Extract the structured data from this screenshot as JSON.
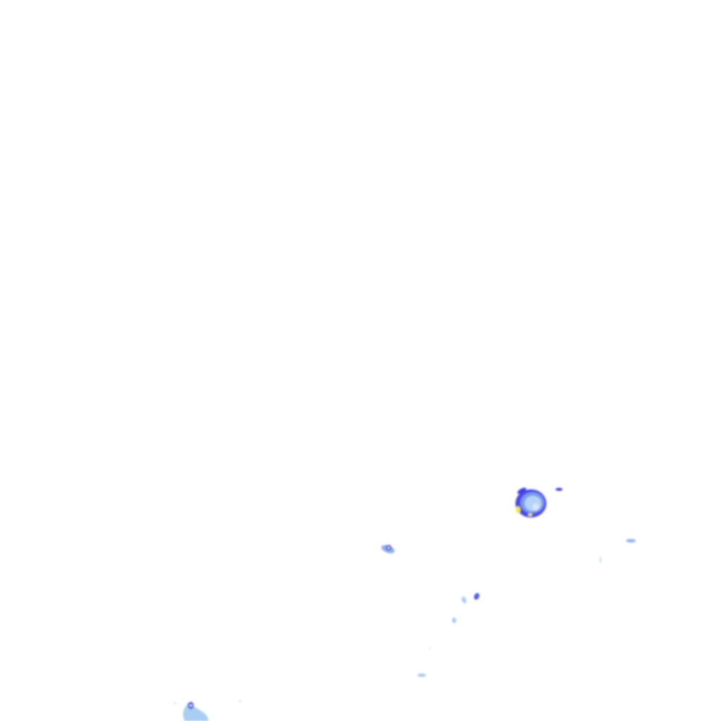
{
  "layer": {
    "type": "precipitation-radar-overlay",
    "background": "#ffffff"
  },
  "palette": {
    "light": "#a9cdf3",
    "medium": "#6f8df0",
    "heavy": "#2f2fe0",
    "intense": "#f5ec1a"
  },
  "echoes": [
    "large-cell-east",
    "small-cell-central",
    "scattered-showers-southeast",
    "cell-southwest"
  ]
}
